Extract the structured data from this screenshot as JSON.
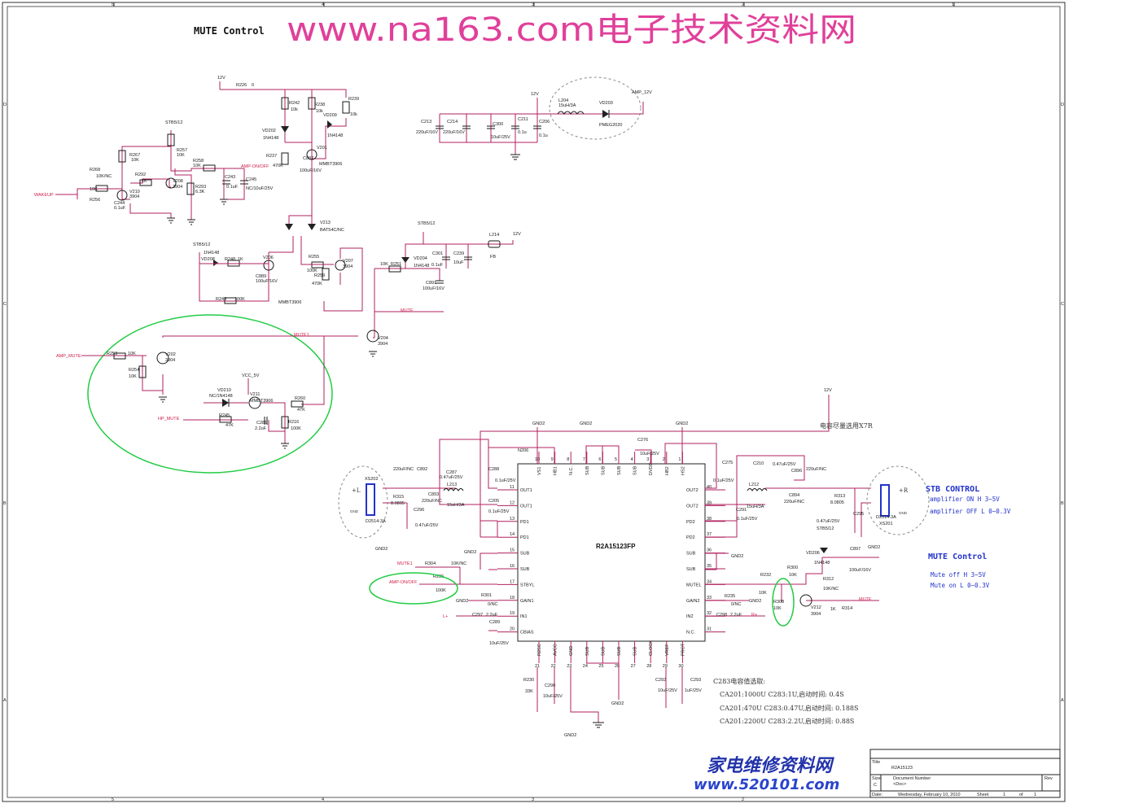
{
  "header": {
    "mute_title": "MUTE Control",
    "watermark": "www.na163.com电子技术资料网",
    "colors": {
      "wire": "#b02060",
      "watermark": "#e0409a",
      "blue_text": "#2233cc",
      "green_circle": "#22cc44"
    }
  },
  "frame": {
    "top_numbers": [
      "5",
      "4",
      "3",
      "2",
      "1"
    ],
    "side_letters": [
      "D",
      "C",
      "B",
      "A"
    ]
  },
  "nets": {
    "v12": "12V",
    "stb5": "STB5/12",
    "wakeup": "WAKEUP",
    "amp_on_off": "AMP-ON/OFF",
    "amp_mute": "AMP_MUTE",
    "hp_mute": "HP_MUTE",
    "vcc5": "VCC_5V",
    "mute": "MUTE",
    "mute1": "MUTE1",
    "amp12": "AMP_12V",
    "gnd2": "GND2",
    "l_plus": "L+",
    "r_plus": "R+",
    "plus_l": "+L",
    "plus_r": "+R",
    "gnd": "GND"
  },
  "parts": {
    "r226": "R226",
    "r226v": "0",
    "r242": "R242",
    "r242v": "10k",
    "r238": "R238",
    "r238v": "10k",
    "r239": "R239",
    "r239v": "10k",
    "vd202": "VD202",
    "vd202v": "1N4148",
    "vd209": "VD209",
    "vd209v": "1N4148",
    "r237": "R237",
    "r237v": "470K",
    "c887": "C887",
    "c887v": "100uF/16V",
    "v201": "V201",
    "v201v": "MMBT3906",
    "r267": "R267",
    "r267v": "10K",
    "r257": "R257",
    "r257v": "10K",
    "r258": "R258",
    "r258v": "10K",
    "r268": "R268",
    "r268v": "10K/NC",
    "r292": "R292",
    "r292v": "1K",
    "v208": "V208",
    "v208v": "3904",
    "c243": "C243",
    "c243v": "0.1uF",
    "c245": "C245",
    "c245v": "NC/10uF/25V",
    "r293": "R293",
    "r293v": "6.3K",
    "v210": "V210",
    "v210v": "3904",
    "r256": "R256",
    "r256v": "10K",
    "c244": "C244",
    "c244v": "0.1uF",
    "vd213": "V213",
    "vd213v": "BAT54C/NC",
    "vd208": "VD208",
    "vd208v": "1N4148",
    "r248": "R248",
    "r248v": "1K",
    "v206": "V206",
    "v206v": "MMBT3906",
    "c889": "C889",
    "c889v": "100uF/16V",
    "r249": "R249",
    "r249v": "100K",
    "r255": "R255",
    "r255v": "100K",
    "r259": "R259",
    "r259v": "470K",
    "v207": "V207",
    "v207v": "3904",
    "c213": "C213",
    "c213v": "220uF/16V",
    "c214": "C214",
    "c214v": "220uF/16V",
    "c300": "C300",
    "c300v": "10uF/25V",
    "c211": "C211",
    "c211v": "0.1u",
    "c206": "C206",
    "c206v": "0.1u",
    "l204": "L204",
    "l204v": "15uH/3A",
    "vd203": "VD203",
    "vd203v": "PMEG2020",
    "l214": "L214",
    "l214v": "FB",
    "r251": "R251",
    "r251v": "10K",
    "vd204": "VD204",
    "vd204v": "1N4148",
    "c301": "C301",
    "c301v": "0.1uF",
    "c239": "C239",
    "c239v": "10uF",
    "c891": "C891",
    "c891v": "100uF/16V",
    "v204": "V204",
    "v204v": "3904",
    "r253": "R253",
    "r253v": "10K",
    "r254": "R254",
    "r254v": "10K",
    "v202": "V202",
    "v202v": "3904",
    "vd210": "VD210",
    "vd210v": "NC/1N4148",
    "v211": "V211",
    "v211v": "MMBT3906",
    "r260": "R260",
    "r260v": "47K",
    "r245": "R245",
    "r245v": "47K",
    "c281": "C281",
    "c281v": "2.2uF",
    "r216": "R216",
    "r216v": "100K",
    "ic": "R2A15123FP",
    "n206": "N206",
    "xs202": "XS202",
    "xs202v": "D2514-3A",
    "xs201": "XS201",
    "xs201v": "D2514-3A",
    "c892": "C892",
    "c892v": "220uF/NC",
    "c287": "C287",
    "c287v": "0.47uF/25V",
    "c893": "C893",
    "c893v": "220uF/NC",
    "l213": "L213",
    "l213v": "15uH/3A",
    "r315": "R315",
    "r315v": "8.0805",
    "c296": "C296",
    "c296v": "0.47uF/25V",
    "c288": "C288",
    "c288v": "0.1uF/25V",
    "c205": "C205",
    "c205v": "0.1uF/25V",
    "c276": "C276",
    "c276v": "10uF/25V",
    "c275": "C275",
    "c275v": "0.1uF/25V",
    "l212": "L212",
    "l212v": "15uH/3A",
    "c291": "C291",
    "c291v": "0.1uF/25V",
    "c210": "C210",
    "c210v": "0.47uF/25V",
    "c896": "C896",
    "c896v": "220uF/NC",
    "c894": "C894",
    "c894v": "220uF/NC",
    "r313": "R313",
    "r313v": "8.0805",
    "c295": "C295",
    "c295v": "0.47uF/25V",
    "vd206": "VD206",
    "vd206v": "1N4148",
    "c897": "C897",
    "c897v": "100uF/16V",
    "r300": "R300",
    "r300v": "10K",
    "r232": "R232",
    "r232v": "10K",
    "r312": "R312",
    "r312v": "10K/NC",
    "r235": "R235",
    "r235v": "0/NC",
    "r308": "R308",
    "r308v": "10K",
    "v212": "V212",
    "v212v": "3904",
    "r314": "R314",
    "r314v": "1K",
    "c298": "C298",
    "c298v": "2.2uF",
    "r304": "R304",
    "r304v": "10K/NC",
    "r236": "R236",
    "r236v": "100K",
    "r301": "R301",
    "r301v": "0/NC",
    "c297": "C297",
    "c297v": "2.2uF",
    "c289": "C289",
    "c289v": "10uF/25V",
    "r230": "R230",
    "r230v": "33K",
    "c290": "C290",
    "c290v": "10uF/25V",
    "c292": "C292",
    "c292v": "10uF/25V",
    "c293": "C293",
    "c293v": "1uF/25V"
  },
  "ic_pins": {
    "left": [
      "OUT1",
      "OUT1",
      "PD1",
      "PD1",
      "SUB",
      "SUB",
      "STBYL",
      "GAIN1",
      "IN1",
      "CBIAS"
    ],
    "left_nums": [
      "11",
      "12",
      "13",
      "14",
      "15",
      "16",
      "17",
      "18",
      "19",
      "20"
    ],
    "right": [
      "OUT2",
      "OUT2",
      "PD2",
      "PD2",
      "SUB",
      "SUB",
      "MUTEL",
      "GAIN2",
      "IN2",
      "N.C."
    ],
    "right_nums": [
      "40",
      "39",
      "38",
      "37",
      "36",
      "35",
      "34",
      "33",
      "32",
      "31"
    ],
    "top": [
      "VS1",
      "HB1",
      "N.C.",
      "SUB",
      "SUB",
      "SUB",
      "SUB",
      "DVDD",
      "HB2",
      "HS2"
    ],
    "top_nums": [
      "10",
      "9",
      "8",
      "7",
      "6",
      "5",
      "4",
      "3",
      "2",
      "1"
    ],
    "bottom": [
      "R2SC",
      "AVCC",
      "GND",
      "SUB",
      "SUB",
      "SUB",
      "SUB",
      "CLOCK",
      "VREF",
      "PROT"
    ],
    "bottom_nums": [
      "21",
      "22",
      "23",
      "24",
      "25",
      "26",
      "27",
      "28",
      "29",
      "30"
    ]
  },
  "notes": {
    "x7r": "电容尽量选用X7R",
    "stb_title": "STB CONTROL",
    "stb_on": "amplifier ON H  3~5V",
    "stb_off": "amplifier OFF L  0~0.3V",
    "mute_title2": "MUTE Control",
    "mute_off": "Mute off H  3~5V",
    "mute_on": "Mute on L   0~0.3V",
    "c283_title": "C283电容值选取:",
    "c283_rows": [
      "CA201:1000U    C283:1U,启动时间: 0.4S",
      "CA201:470U     C283:0.47U,启动时间: 0.188S",
      "CA201:2200U    C283:2.2U,启动时间: 0.88S"
    ]
  },
  "title_block": {
    "title_label": "Title",
    "title_value": "R2A15123",
    "size_label": "Size",
    "size_value": "C",
    "doc_label": "Document Number",
    "doc_value": "<Doc>",
    "rev_label": "Rev",
    "date_label": "Date:",
    "date_value": "Wednesday, February 10, 2010",
    "sheet_label": "Sheet",
    "sheet_value": "1",
    "of_label": "of",
    "of_value": "1"
  },
  "watermark2": {
    "line1": "家电维修资料网",
    "line2": "www.520101.com"
  }
}
